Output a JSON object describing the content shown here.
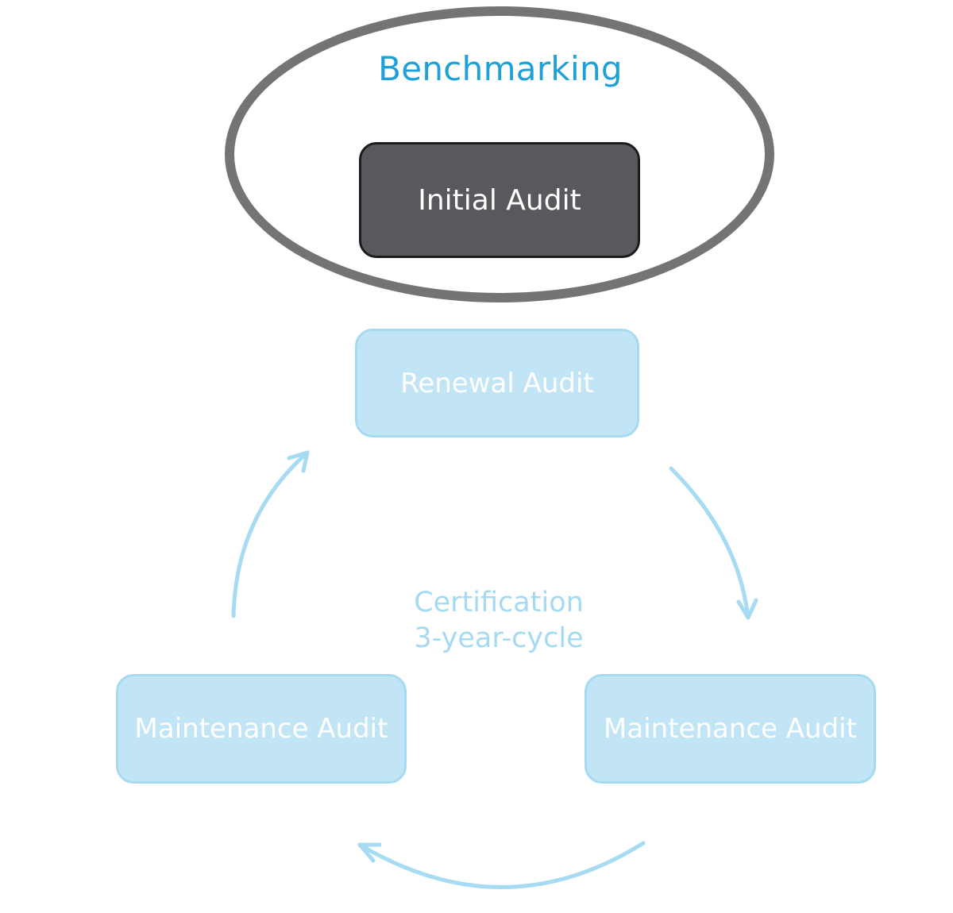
{
  "diagram": {
    "header": {
      "title": "Benchmarking"
    },
    "initial": {
      "label": "Initial Audit"
    },
    "cycle": {
      "label_line1": "Certification",
      "label_line2": "3-year-cycle",
      "steps": [
        {
          "label": "Renewal Audit"
        },
        {
          "label": "Maintenance Audit"
        },
        {
          "label": "Maintenance Audit"
        }
      ]
    },
    "colors": {
      "ellipse_border": "#767473",
      "title": "#1ea1d8",
      "initial_fill": "#59585c",
      "cycle_box_fill": "#c2e5f5",
      "cycle_box_border": "#a7daf1",
      "arrow": "#a6dbf2",
      "cycle_label": "#a5daf1"
    }
  }
}
